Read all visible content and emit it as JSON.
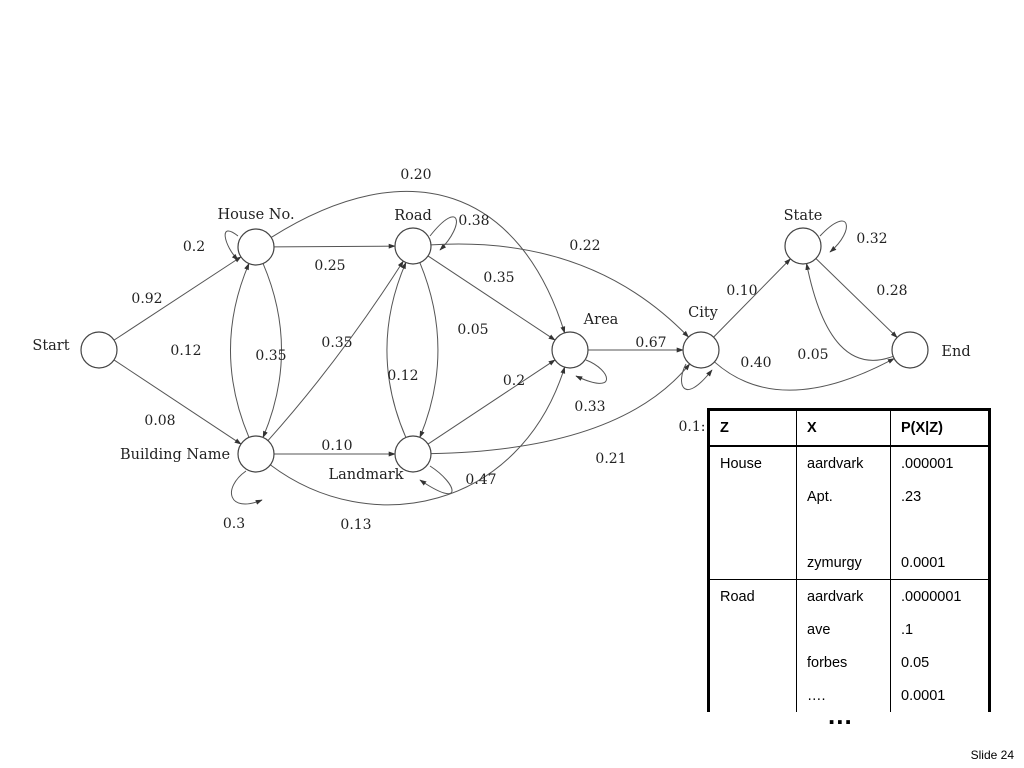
{
  "diagram": {
    "states": [
      {
        "id": "start",
        "name": "Start"
      },
      {
        "id": "house_no",
        "name": "House No."
      },
      {
        "id": "building_name",
        "name": "Building Name"
      },
      {
        "id": "road",
        "name": "Road"
      },
      {
        "id": "landmark",
        "name": "Landmark"
      },
      {
        "id": "area",
        "name": "Area"
      },
      {
        "id": "city",
        "name": "City"
      },
      {
        "id": "state",
        "name": "State"
      },
      {
        "id": "end",
        "name": "End"
      }
    ],
    "transitions": [
      {
        "from": "start",
        "to": "house_no",
        "p": "0.92"
      },
      {
        "from": "start",
        "to": "building_name",
        "p": "0.08"
      },
      {
        "from": "house_no",
        "to": "house_no",
        "p": "0.2"
      },
      {
        "from": "house_no",
        "to": "road",
        "p": "0.25"
      },
      {
        "from": "house_no",
        "to": "area",
        "p": "0.20"
      },
      {
        "from": "house_no",
        "to": "building_name",
        "p": "0.35"
      },
      {
        "from": "building_name",
        "to": "house_no",
        "p": "0.12"
      },
      {
        "from": "building_name",
        "to": "building_name",
        "p": "0.3"
      },
      {
        "from": "building_name",
        "to": "road",
        "p": "0.35"
      },
      {
        "from": "building_name",
        "to": "landmark",
        "p": "0.10"
      },
      {
        "from": "building_name",
        "to": "area",
        "p": "0.13"
      },
      {
        "from": "road",
        "to": "road",
        "p": "0.38"
      },
      {
        "from": "road",
        "to": "area",
        "p": "0.35"
      },
      {
        "from": "road",
        "to": "landmark",
        "p": "0.05"
      },
      {
        "from": "road",
        "to": "city",
        "p": "0.22"
      },
      {
        "from": "landmark",
        "to": "road",
        "p": "0.12"
      },
      {
        "from": "landmark",
        "to": "landmark",
        "p": "0.47"
      },
      {
        "from": "landmark",
        "to": "area",
        "p": "0.2"
      },
      {
        "from": "landmark",
        "to": "city",
        "p": "0.21"
      },
      {
        "from": "area",
        "to": "area",
        "p": "0.33"
      },
      {
        "from": "area",
        "to": "city",
        "p": "0.67"
      },
      {
        "from": "city",
        "to": "state",
        "p": "0.10"
      },
      {
        "from": "city",
        "to": "city",
        "p": "0.1:"
      },
      {
        "from": "city",
        "to": "end",
        "p": "0.40"
      },
      {
        "from": "state",
        "to": "state",
        "p": "0.32"
      },
      {
        "from": "state",
        "to": "end",
        "p": "0.28"
      },
      {
        "from": "end",
        "to": "state",
        "p": "0.05"
      }
    ]
  },
  "table": {
    "headers": [
      "Z",
      "X",
      "P(X|Z)"
    ],
    "groups": [
      {
        "state": "House",
        "rows": [
          {
            "x": "aardvark",
            "p": ".000001"
          },
          {
            "x": "Apt.",
            "p": ".23"
          },
          {
            "x": "",
            "p": ""
          },
          {
            "x": "zymurgy",
            "p": "0.0001"
          }
        ]
      },
      {
        "state": "Road",
        "rows": [
          {
            "x": "aardvark",
            "p": ".0000001"
          },
          {
            "x": "ave",
            "p": ".1"
          },
          {
            "x": "forbes",
            "p": "0.05"
          },
          {
            "x": "….",
            "p": "0.0001"
          }
        ]
      }
    ],
    "ellipsis": "..."
  },
  "footer": {
    "slide_number": "Slide 24"
  }
}
